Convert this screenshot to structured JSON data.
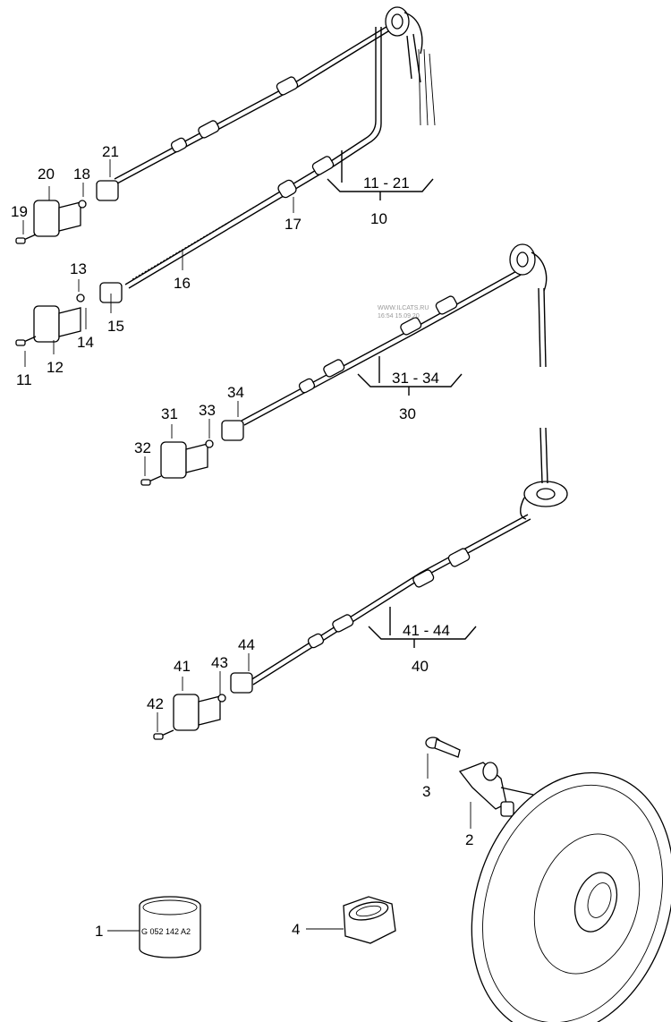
{
  "watermark": {
    "line1": "WWW.ILCATS.RU",
    "line2": "16:54 15.09.20"
  },
  "ring_marking": "G 052 142 A2",
  "callouts": {
    "p1": "1",
    "p2": "2",
    "p3": "3",
    "p4": "4",
    "p10": "10",
    "p11": "11",
    "p11_21": "11 - 21",
    "p12": "12",
    "p13": "13",
    "p14": "14",
    "p15": "15",
    "p16": "16",
    "p17": "17",
    "p18": "18",
    "p19": "19",
    "p20": "20",
    "p21": "21",
    "p30": "30",
    "p31": "31",
    "p31_34": "31 - 34",
    "p32": "32",
    "p33": "33",
    "p34": "34",
    "p40": "40",
    "p41": "41",
    "p41_44": "41 - 44",
    "p42": "42",
    "p43": "43",
    "p44": "44"
  }
}
